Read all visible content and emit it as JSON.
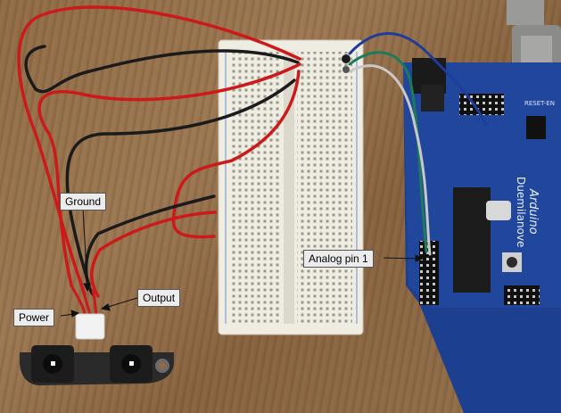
{
  "labels": {
    "ground": "Ground",
    "output": "Output",
    "power": "Power",
    "analog_pin": "Analog pin 1"
  },
  "board_text": {
    "brand": "Arduino",
    "model": "Duemilanove",
    "reset_en": "RESET-EN"
  },
  "colors": {
    "wood": "#93704c",
    "breadboard": "#efece2",
    "arduino_pcb": "#1d3f8f",
    "wire_red": "#cc1a1a",
    "wire_black": "#1b1b1b",
    "wire_white": "#c8c8c8",
    "wire_green": "#1e7a5a",
    "wire_blue": "#1f3c9a",
    "sensor_body": "#2a2a2a"
  }
}
